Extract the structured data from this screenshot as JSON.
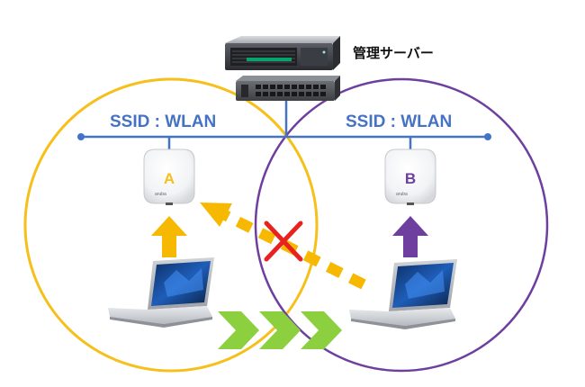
{
  "server_label": "管理サーバー",
  "left_ssid": "SSID : WLAN",
  "right_ssid": "SSID : WLAN",
  "ap_a": {
    "letter": "A",
    "brand": "aruba"
  },
  "ap_b": {
    "letter": "B",
    "brand": "aruba"
  },
  "colors": {
    "zone_a": "#f6bf1a",
    "zone_b": "#6e3f9e",
    "backbone": "#4472c4",
    "arrow_a": "#f6b800",
    "arrow_b": "#6e3f9e",
    "roam": "#8ccf3f",
    "blocked": "#e8231f"
  }
}
